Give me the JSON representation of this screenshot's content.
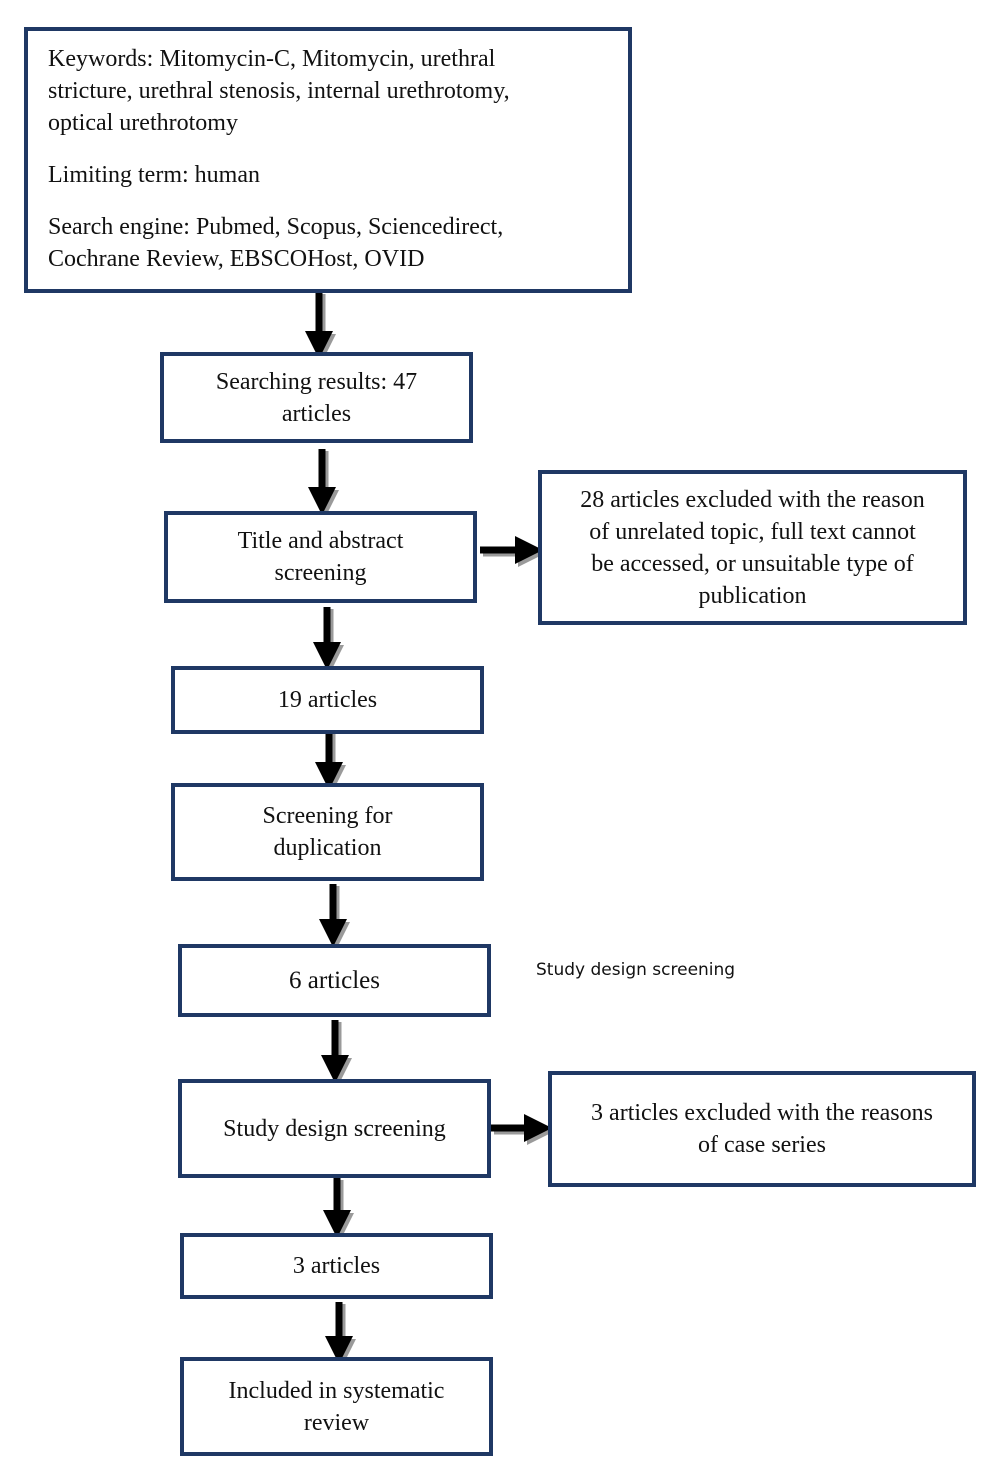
{
  "search_box": {
    "keywords": [
      "Keywords: Mitomycin-C, Mitomycin, urethral",
      "stricture, urethral stenosis, internal urethrotomy,",
      "optical urethrotomy"
    ],
    "limiting": [
      "Limiting term: human"
    ],
    "engine": [
      "Search engine: Pubmed, Scopus, Sciencedirect,",
      "Cochrane Review, EBSCOHost, OVID"
    ]
  },
  "results_box": [
    "Searching results: 47",
    "articles"
  ],
  "title_screen_box": [
    "Title and abstract",
    "screening"
  ],
  "excluded_1_box": [
    "28 articles excluded with the reason",
    "of unrelated topic, full text cannot",
    "be accessed, or unsuitable type of",
    "publication"
  ],
  "articles_19_box": [
    "19 articles"
  ],
  "dup_screen_box": [
    "Screening for",
    "duplication"
  ],
  "articles_6_box": [
    "6 articles"
  ],
  "side_note": "Study design screening",
  "design_screen_box": [
    "Study design screening"
  ],
  "excluded_2_box": [
    "3 articles excluded with the reasons",
    "of case series"
  ],
  "articles_3_box": [
    "3 articles"
  ],
  "included_box": [
    "Included in systematic",
    "review"
  ],
  "colors": {
    "border": "#1f3864",
    "arrow": "#000000",
    "shadow": "#9a9a9a"
  }
}
